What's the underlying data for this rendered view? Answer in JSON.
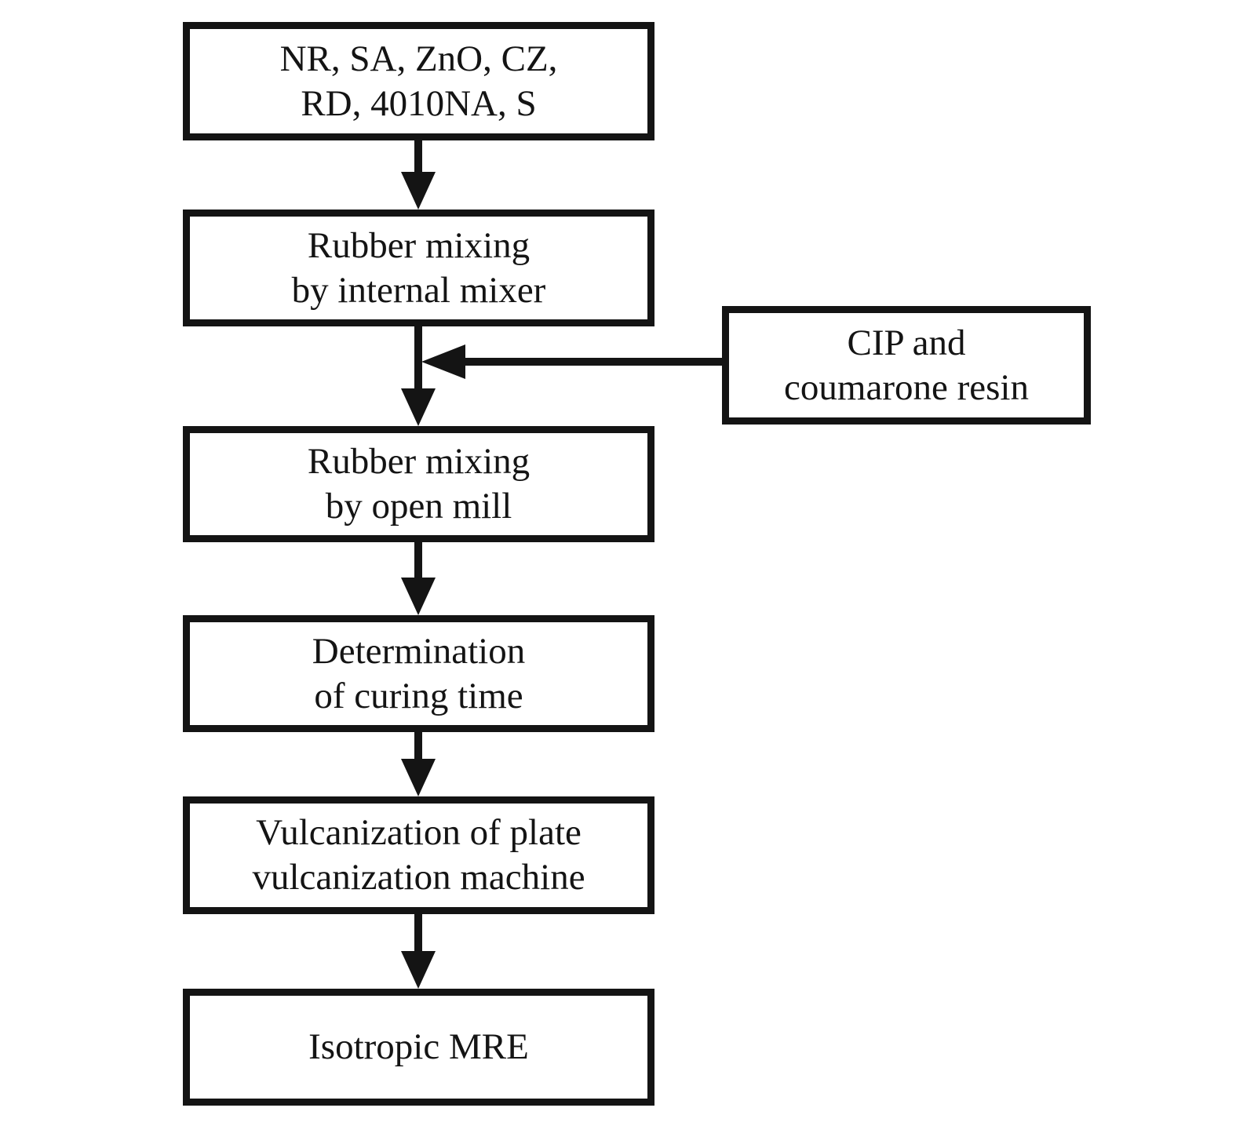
{
  "canvas": {
    "background_color": "#ffffff",
    "ink_color": "#141414",
    "type": "flowchart"
  },
  "flowchart": {
    "nodes": [
      {
        "id": "ingredients",
        "lines": [
          "NR, SA, ZnO, CZ,",
          "RD, 4010NA, S"
        ]
      },
      {
        "id": "rubber-mixing-internal-mixer",
        "lines": [
          "Rubber mixing",
          "by internal mixer"
        ]
      },
      {
        "id": "rubber-mixing-open-mill",
        "lines": [
          "Rubber mixing",
          "by open mill"
        ]
      },
      {
        "id": "determination-of-curing-time",
        "lines": [
          "Determination",
          "of curing time"
        ]
      },
      {
        "id": "vulcanization-machine",
        "lines": [
          "Vulcanization of plate",
          "vulcanization machine"
        ]
      },
      {
        "id": "isotropic-mre",
        "lines": [
          "Isotropic MRE"
        ]
      }
    ],
    "side_input": {
      "id": "cip-and-coumarone-resin",
      "lines": [
        "CIP and",
        "coumarone resin"
      ]
    },
    "edges": [
      {
        "from": "ingredients",
        "to": "rubber-mixing-internal-mixer"
      },
      {
        "from": "rubber-mixing-internal-mixer",
        "to": "rubber-mixing-open-mill"
      },
      {
        "from": "cip-and-coumarone-resin",
        "to": "rubber-mixing-open-mill"
      },
      {
        "from": "rubber-mixing-open-mill",
        "to": "determination-of-curing-time"
      },
      {
        "from": "determination-of-curing-time",
        "to": "vulcanization-machine"
      },
      {
        "from": "vulcanization-machine",
        "to": "isotropic-mre"
      }
    ]
  }
}
